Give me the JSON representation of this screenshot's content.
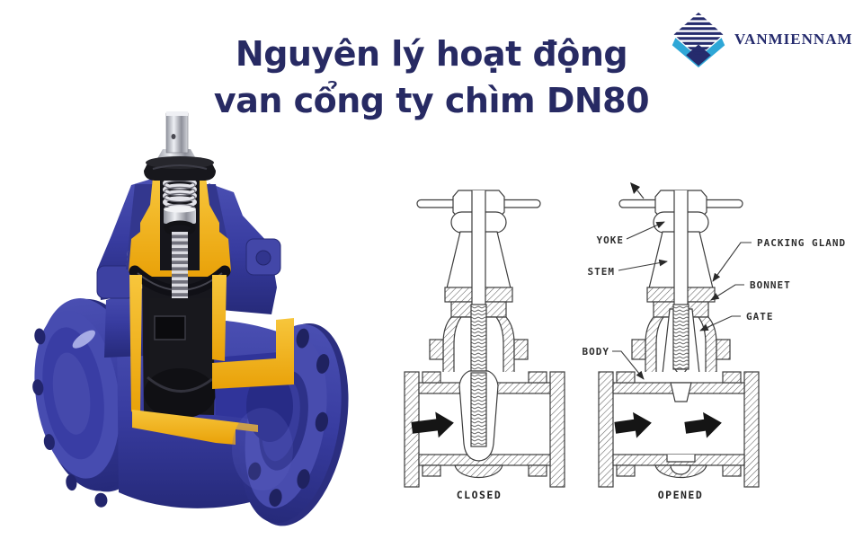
{
  "theme": {
    "background": "#ffffff",
    "title_color": "#272a63",
    "logo_navy": "#252b6d",
    "logo_light_blue": "#2ea7d7",
    "drawing_stroke": "#3a3a3a",
    "valve_blue": "#3b3f9e",
    "cut_yellow": "#f0b01e",
    "gate_black": "#17171d",
    "metal_gray": "#d8d8de"
  },
  "logo": {
    "brand": "VANMIENNAM"
  },
  "title": {
    "line1": "Nguyên lý hoạt động",
    "line2": "van cổng ty chìm DN80"
  },
  "cutaway": {
    "description": "Cutaway of DN80 resilient-seated gate valve: blue body, yellow section faces, black rubber wedge, metal non-rising stem"
  },
  "diagram": {
    "labels": {
      "yoke": "YOKE",
      "stem": "STEM",
      "body": "BODY",
      "packing_gland": "PACKING GLAND",
      "bonnet": "BONNET",
      "gate": "GATE"
    },
    "captions": {
      "closed": "CLOSED",
      "opened": "OPENED"
    }
  }
}
